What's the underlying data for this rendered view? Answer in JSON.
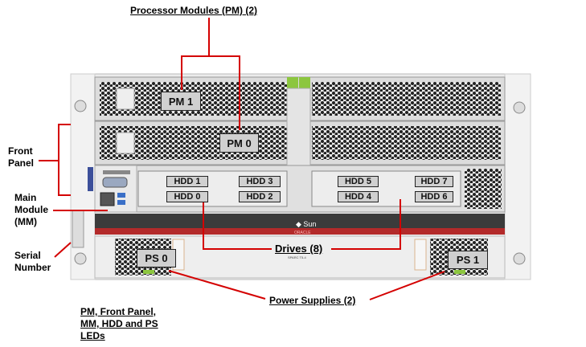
{
  "callouts": {
    "processor_modules": "Processor Modules (PM) (2)",
    "front_panel": [
      "Front",
      "Panel"
    ],
    "main_module": [
      "Main",
      "Module",
      "(MM)"
    ],
    "serial_number": [
      "Serial",
      "Number"
    ],
    "drives": "Drives (8)",
    "power_supplies": "Power Supplies (2)",
    "leds_note": [
      "PM, Front Panel,",
      "MM, HDD and PS",
      "LEDs"
    ]
  },
  "components": {
    "pm1": "PM 1",
    "pm0": "PM 0",
    "hdd": [
      "HDD 0",
      "HDD 1",
      "HDD 2",
      "HDD 3",
      "HDD 4",
      "HDD 5",
      "HDD 6",
      "HDD 7"
    ],
    "ps0": "PS 0",
    "ps1": "PS 1"
  },
  "branding": {
    "sun": "Sun",
    "oracle": "ORACLE",
    "model": "SPARC T5-4"
  },
  "colors": {
    "callout_line": "#d40000",
    "bezel_band": "#b32a2a",
    "latch_green": "#8cc63f"
  }
}
